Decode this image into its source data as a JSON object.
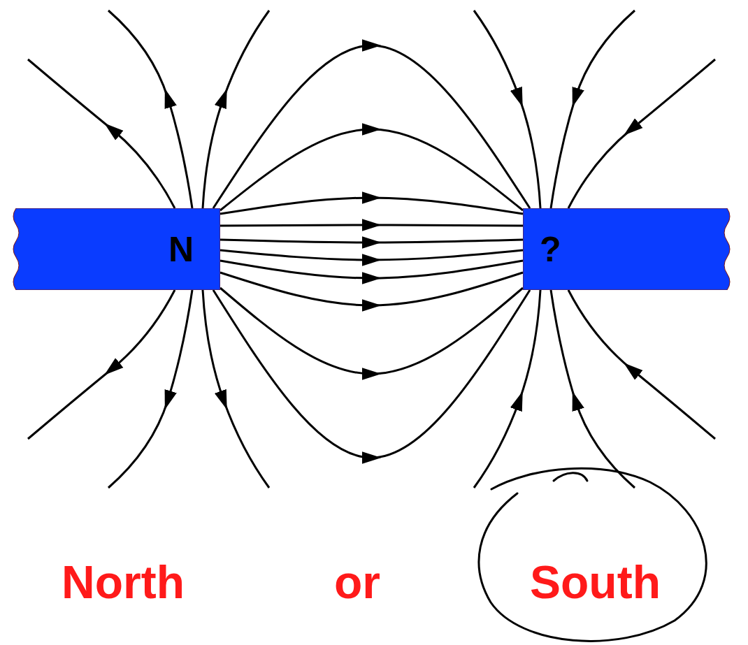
{
  "diagram": {
    "nodes": [
      {
        "text": [
          "N"
        ]
      },
      {
        "text": [
          "?"
        ]
      }
    ],
    "edges": [
      {
        "from": 0,
        "to": 1,
        "arrow": "to"
      },
      {
        "from": 0,
        "to": 1,
        "arrow": "to"
      },
      {
        "from": 0,
        "to": 1,
        "arrow": "to"
      },
      {
        "from": 0,
        "to": 1,
        "arrow": "to"
      },
      {
        "from": 0,
        "to": 1,
        "arrow": "to"
      },
      {
        "from": 0,
        "to": 1,
        "arrow": "to"
      },
      {
        "from": 0,
        "to": 1,
        "arrow": "to"
      },
      {
        "from": 0,
        "to": 1,
        "arrow": "to"
      },
      {
        "from": 0,
        "to": 1,
        "arrow": "to"
      },
      {
        "from": 0,
        "to": 1,
        "arrow": "to"
      }
    ],
    "labels": [
      "North",
      "or",
      "South"
    ]
  }
}
